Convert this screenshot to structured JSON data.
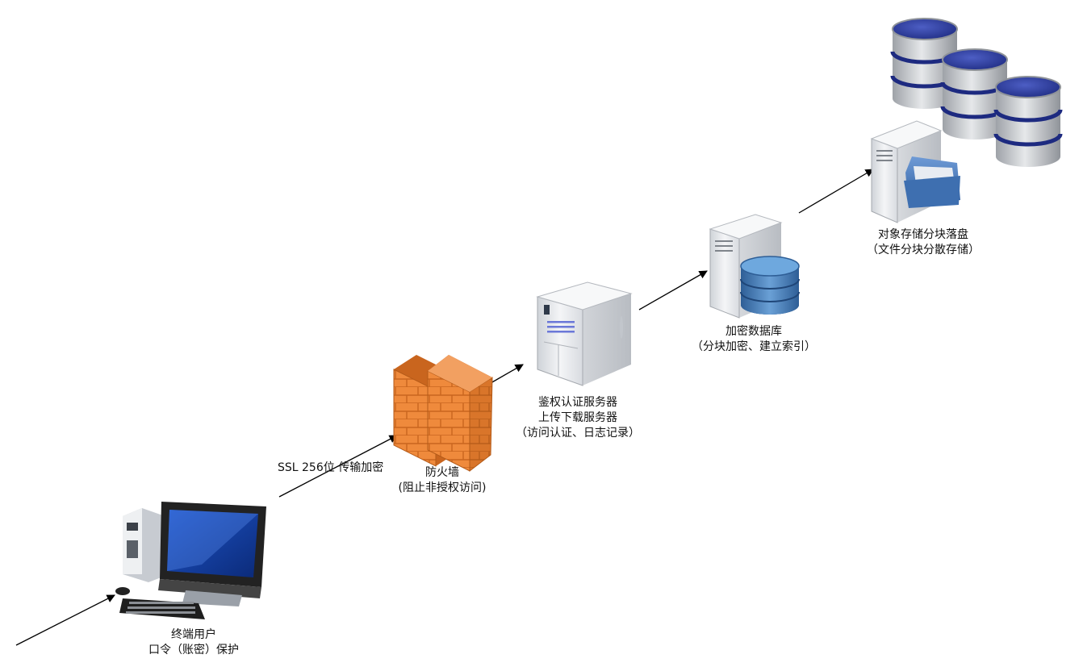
{
  "nodes": {
    "user": {
      "line1": "终端用户",
      "line2": "口令（账密）保护"
    },
    "firewall": {
      "line1": "防火墙",
      "line2": "(阻止非授权访问)"
    },
    "auth_server": {
      "line1": "鉴权认证服务器",
      "line2": "上传下载服务器",
      "line3": "（访问认证、日志记录）"
    },
    "encrypted_db": {
      "line1": "加密数据库",
      "line2": "（分块加密、建立索引）"
    },
    "object_storage": {
      "line1": "对象存储分块落盘",
      "line2": "（文件分块分散存储）"
    }
  },
  "edges": {
    "ssl_label": "SSL 256位 传输加密"
  },
  "icons": {
    "user": "desktop-computer-icon",
    "firewall": "brick-firewall-icon",
    "auth_server": "tower-server-icon",
    "encrypted_db": "database-server-icon",
    "object_storage": "file-server-with-storage-icon"
  },
  "colors": {
    "brick": "#ef8a3c",
    "db_blue": "#2f3f9e",
    "db_steel": "#3f78b5",
    "folder_blue": "#3e6fb0"
  }
}
